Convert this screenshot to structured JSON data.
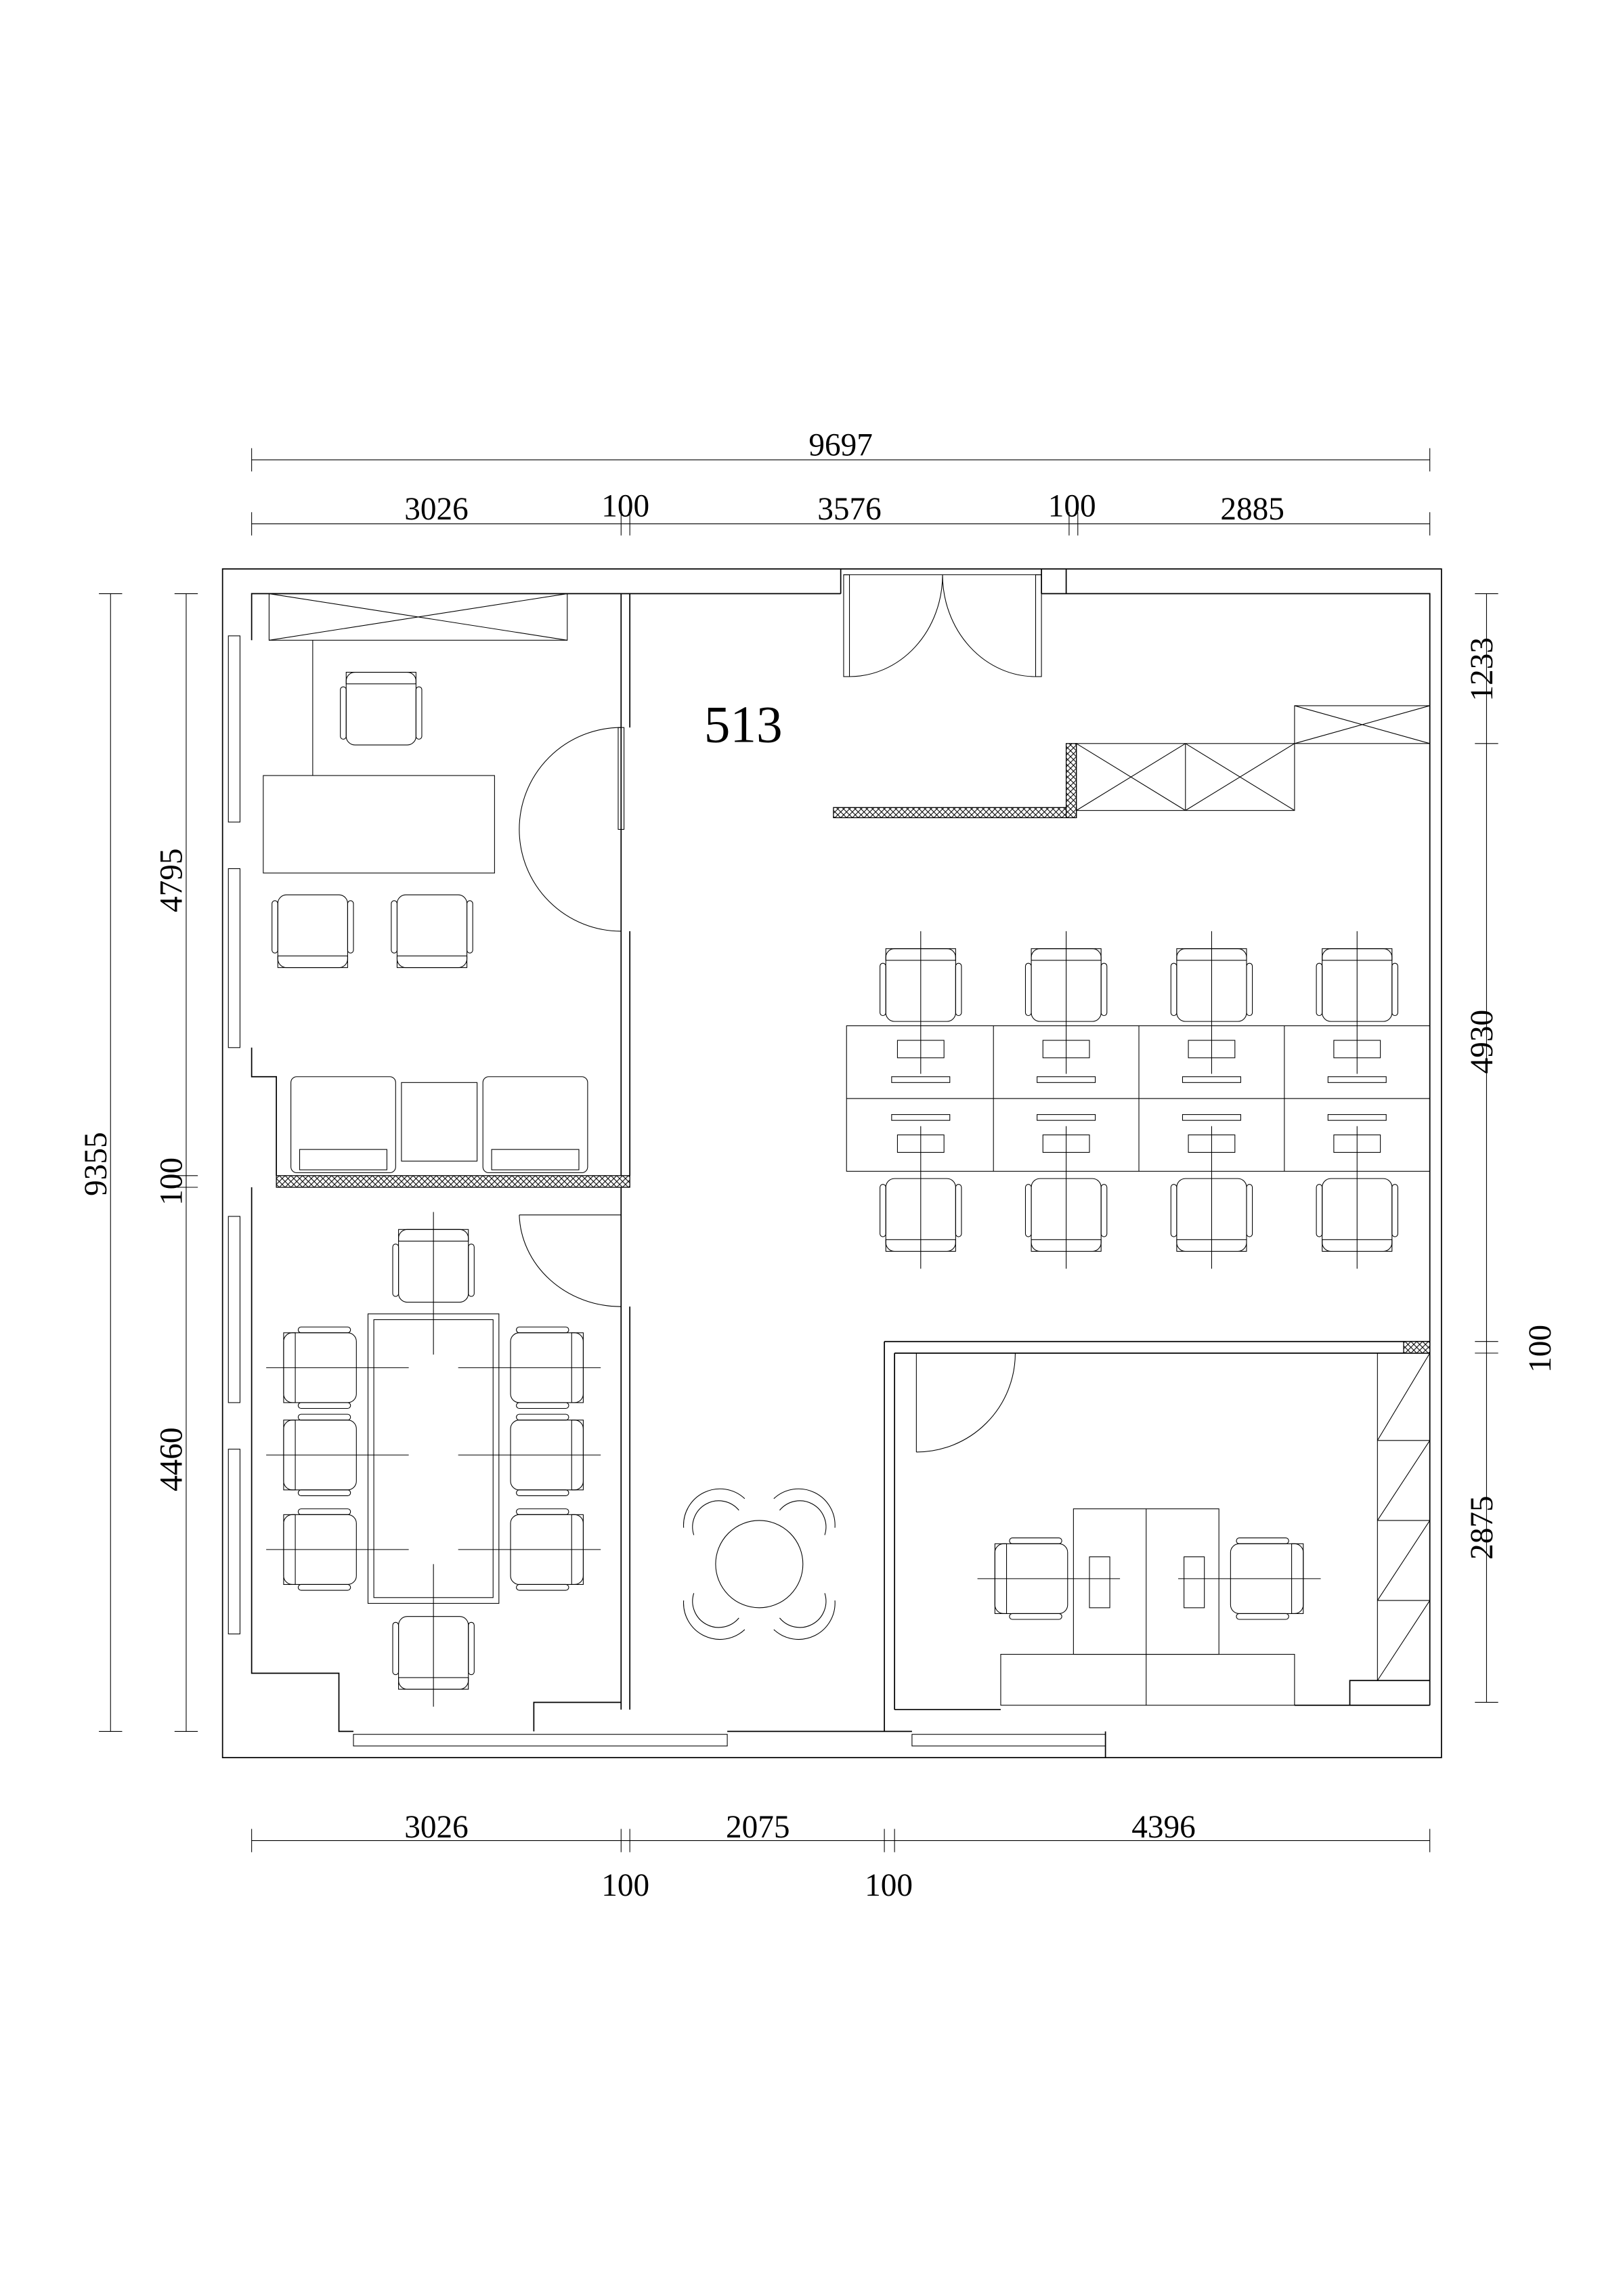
{
  "plan": {
    "room_number": "513",
    "dimensions": {
      "top_total": "9697",
      "top_segments": [
        "3026",
        "100",
        "3576",
        "100",
        "2885"
      ],
      "left_total": "9355",
      "left_segments": [
        "4795",
        "100",
        "4460"
      ],
      "right_segments": [
        "1233",
        "4930",
        "100",
        "2875"
      ],
      "bottom_segments": [
        "3026",
        "2075",
        "4396"
      ],
      "bottom_partitions": [
        "100",
        "100"
      ]
    },
    "colors": {
      "line": "#000000",
      "background": "#ffffff"
    }
  }
}
